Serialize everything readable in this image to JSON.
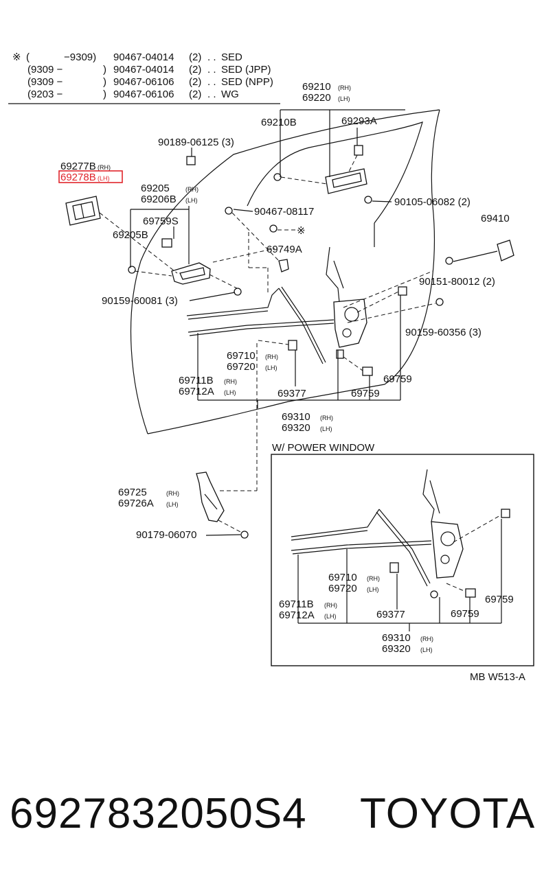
{
  "header_notes": [
    {
      "sym": "※",
      "range_open": "(",
      "range_close": "−9309)",
      "part": "90467-04014",
      "qty": "(2)",
      "dots": ". .",
      "model": "SED"
    },
    {
      "range_open": "(9309 −",
      "range_close": ")",
      "part": "90467-04014",
      "qty": "(2)",
      "dots": ". .",
      "model": "SED (JPP)"
    },
    {
      "range_open": "(9309 −",
      "range_close": ")",
      "part": "90467-06106",
      "qty": "(2)",
      "dots": ". .",
      "model": "SED (NPP)"
    },
    {
      "range_open": "(9203 −",
      "range_close": ")",
      "part": "90467-06106",
      "qty": "(2)",
      "dots": ". .",
      "model": "WG"
    }
  ],
  "labels": {
    "p69210": "69210",
    "p69220": "69220",
    "p69210B": "69210B",
    "p69293A": "69293A",
    "p90189": "90189-06125 (3)",
    "p69277B": "69277B",
    "p69278B": "69278B",
    "p69205": "69205",
    "p69206B": "69206B",
    "p90467_08117": "90467-08117",
    "p90105": "90105-06082 (2)",
    "p69759S": "69759S",
    "p69205B": "69205B",
    "p69410": "69410",
    "p69749A": "69749A",
    "p90151": "90151-80012 (2)",
    "p90159_60081": "90159-60081 (3)",
    "p90159_60356": "90159-60356 (3)",
    "p69710": "69710",
    "p69720": "69720",
    "p69711B": "69711B",
    "p69712A": "69712A",
    "p69759a": "69759",
    "p69377": "69377",
    "p69759b": "69759",
    "p69310": "69310",
    "p69320": "69320",
    "p69725": "69725",
    "p69726A": "69726A",
    "p90179": "90179-06070",
    "sym": "※"
  },
  "suffix": {
    "rh": "(RH)",
    "lh": "(LH)"
  },
  "power_window": {
    "title": "W/ POWER WINDOW",
    "p69710": "69710",
    "p69720": "69720",
    "p69711B": "69711B",
    "p69712A": "69712A",
    "p69377": "69377",
    "p69759a": "69759",
    "p69759b": "69759",
    "p69310": "69310",
    "p69320": "69320"
  },
  "diagram_code": "MB W513-A",
  "footer": {
    "part_number": "6927832050S4",
    "brand": "TOYOTA"
  },
  "colors": {
    "highlight": "#e0242b",
    "ink": "#111111"
  }
}
